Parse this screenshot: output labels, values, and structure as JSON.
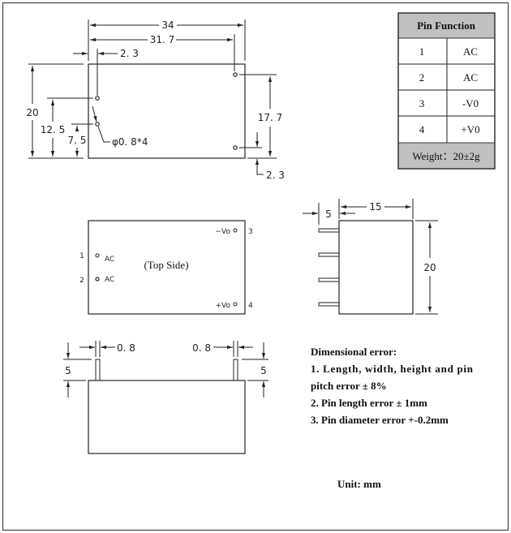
{
  "top_view": {
    "dim_length": "34",
    "dim_pin_pitch_x": "31. 7",
    "dim_pin_offset_left": "2. 3",
    "dim_height": "20",
    "dim_pin1_y": "12. 5",
    "dim_pin2_y": "7. 5",
    "dim_pin_diameter": "φ0. 8*4",
    "dim_pin_pitch_y": "17. 7",
    "dim_pin_offset_bottom": "2. 3"
  },
  "pin_table": {
    "title": "Pin Function",
    "rows": [
      {
        "pin": "1",
        "function": "AC"
      },
      {
        "pin": "2",
        "function": "AC"
      },
      {
        "pin": "3",
        "function": "-V0"
      },
      {
        "pin": "4",
        "function": "+V0"
      }
    ],
    "weight": "Weight：20±2g",
    "header_color": "#c0c0c0"
  },
  "top_side_view": {
    "caption": "(Top Side)",
    "pins": [
      {
        "number": "1",
        "label": "AC"
      },
      {
        "number": "2",
        "label": "AC"
      },
      {
        "number": "3",
        "label": "−Vo"
      },
      {
        "number": "4",
        "label": "+Vo"
      }
    ]
  },
  "side_view": {
    "dim_pin_length": "5",
    "dim_depth": "15",
    "dim_height": "20"
  },
  "front_view": {
    "dim_pin_width_left": "0. 8",
    "dim_pin_width_right": "0. 8",
    "dim_pin_height_left": "5",
    "dim_pin_height_right": "5"
  },
  "notes": {
    "title": "Dimensional error:",
    "line1a": "1. Length, width, height and pin",
    "line1b": "pitch error ± 8%",
    "line2": "2. Pin length error ± 1mm",
    "line3": "3. Pin diameter error +-0.2mm",
    "unit": "Unit: mm"
  }
}
